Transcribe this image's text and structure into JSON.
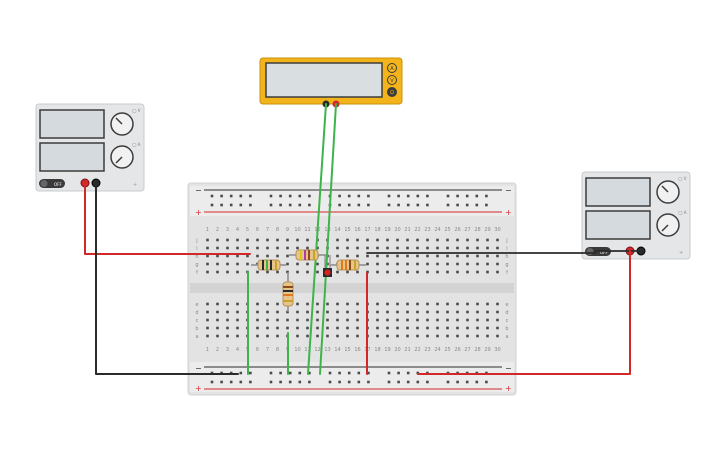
{
  "canvas": {
    "background": "#ffffff"
  },
  "colors": {
    "wire_red": "#d2282a",
    "wire_black": "#2b2b2b",
    "wire_green": "#3cb44a",
    "multimeter_body": "#f3b41b",
    "multimeter_screen": "#d9dfe1",
    "supply_body": "#e4e6e8",
    "supply_screen": "#d4dadd",
    "breadboard": "#e3e3e3",
    "rail_red": "#d2282a",
    "rail_blue": "#2b2b2b",
    "led_red": "#e0201f"
  },
  "power_supply_left": {
    "knob_label_voltage": "◯ V",
    "knob_label_current": "◯ A",
    "switch_label": "OFF",
    "terminal_pos_label": "+",
    "terminal_neg_label": "−"
  },
  "power_supply_right": {
    "knob_label_voltage": "◯ V",
    "knob_label_current": "◯ A",
    "switch_label": "OFF",
    "terminal_pos_label": "+",
    "terminal_neg_label": "−"
  },
  "multimeter": {
    "mode_buttons": [
      "A",
      "V",
      "Ω"
    ],
    "selected_mode": "Ω"
  },
  "breadboard": {
    "columns": [
      "1",
      "2",
      "3",
      "4",
      "5",
      "6",
      "7",
      "8",
      "9",
      "10",
      "11",
      "12",
      "13",
      "14",
      "15",
      "16",
      "17",
      "18",
      "19",
      "20",
      "21",
      "22",
      "23",
      "24",
      "25",
      "26",
      "27",
      "28",
      "29",
      "30"
    ],
    "rows_top": [
      "j",
      "i",
      "h",
      "g",
      "f"
    ],
    "rows_bottom": [
      "e",
      "d",
      "c",
      "b",
      "a"
    ],
    "rail_plus": "+",
    "rail_minus": "−"
  },
  "components": {
    "resistors": [
      "resistor-1",
      "resistor-2",
      "resistor-3",
      "resistor-4"
    ],
    "led": "led-red"
  }
}
